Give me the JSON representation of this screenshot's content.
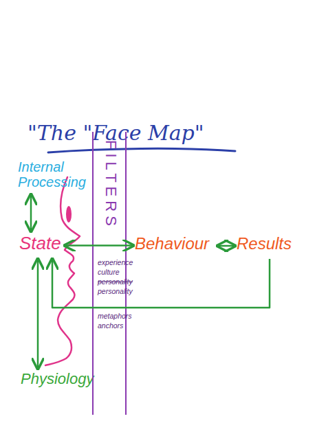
{
  "diagram": {
    "title": "\"The \"Face Map\"",
    "nodes": [
      {
        "text": [
          "Internal Processing"
        ]
      },
      {
        "text": [
          "State"
        ]
      },
      {
        "text": [
          "Physiology"
        ]
      },
      {
        "text": [
          "FILTERS",
          "experience",
          "culture",
          "personality",
          "personality",
          "metaphors",
          "anchors"
        ]
      },
      {
        "text": [
          "Behaviour"
        ]
      },
      {
        "text": [
          "Results"
        ]
      }
    ],
    "edges": [
      {
        "from": 0,
        "to": 1,
        "arrow": "both"
      },
      {
        "from": 1,
        "to": 4,
        "arrow": "both"
      },
      {
        "from": 4,
        "to": 5,
        "arrow": "both"
      },
      {
        "from": 5,
        "to": 1,
        "arrow": "to"
      },
      {
        "from": 1,
        "to": 2,
        "arrow": "both"
      }
    ]
  }
}
